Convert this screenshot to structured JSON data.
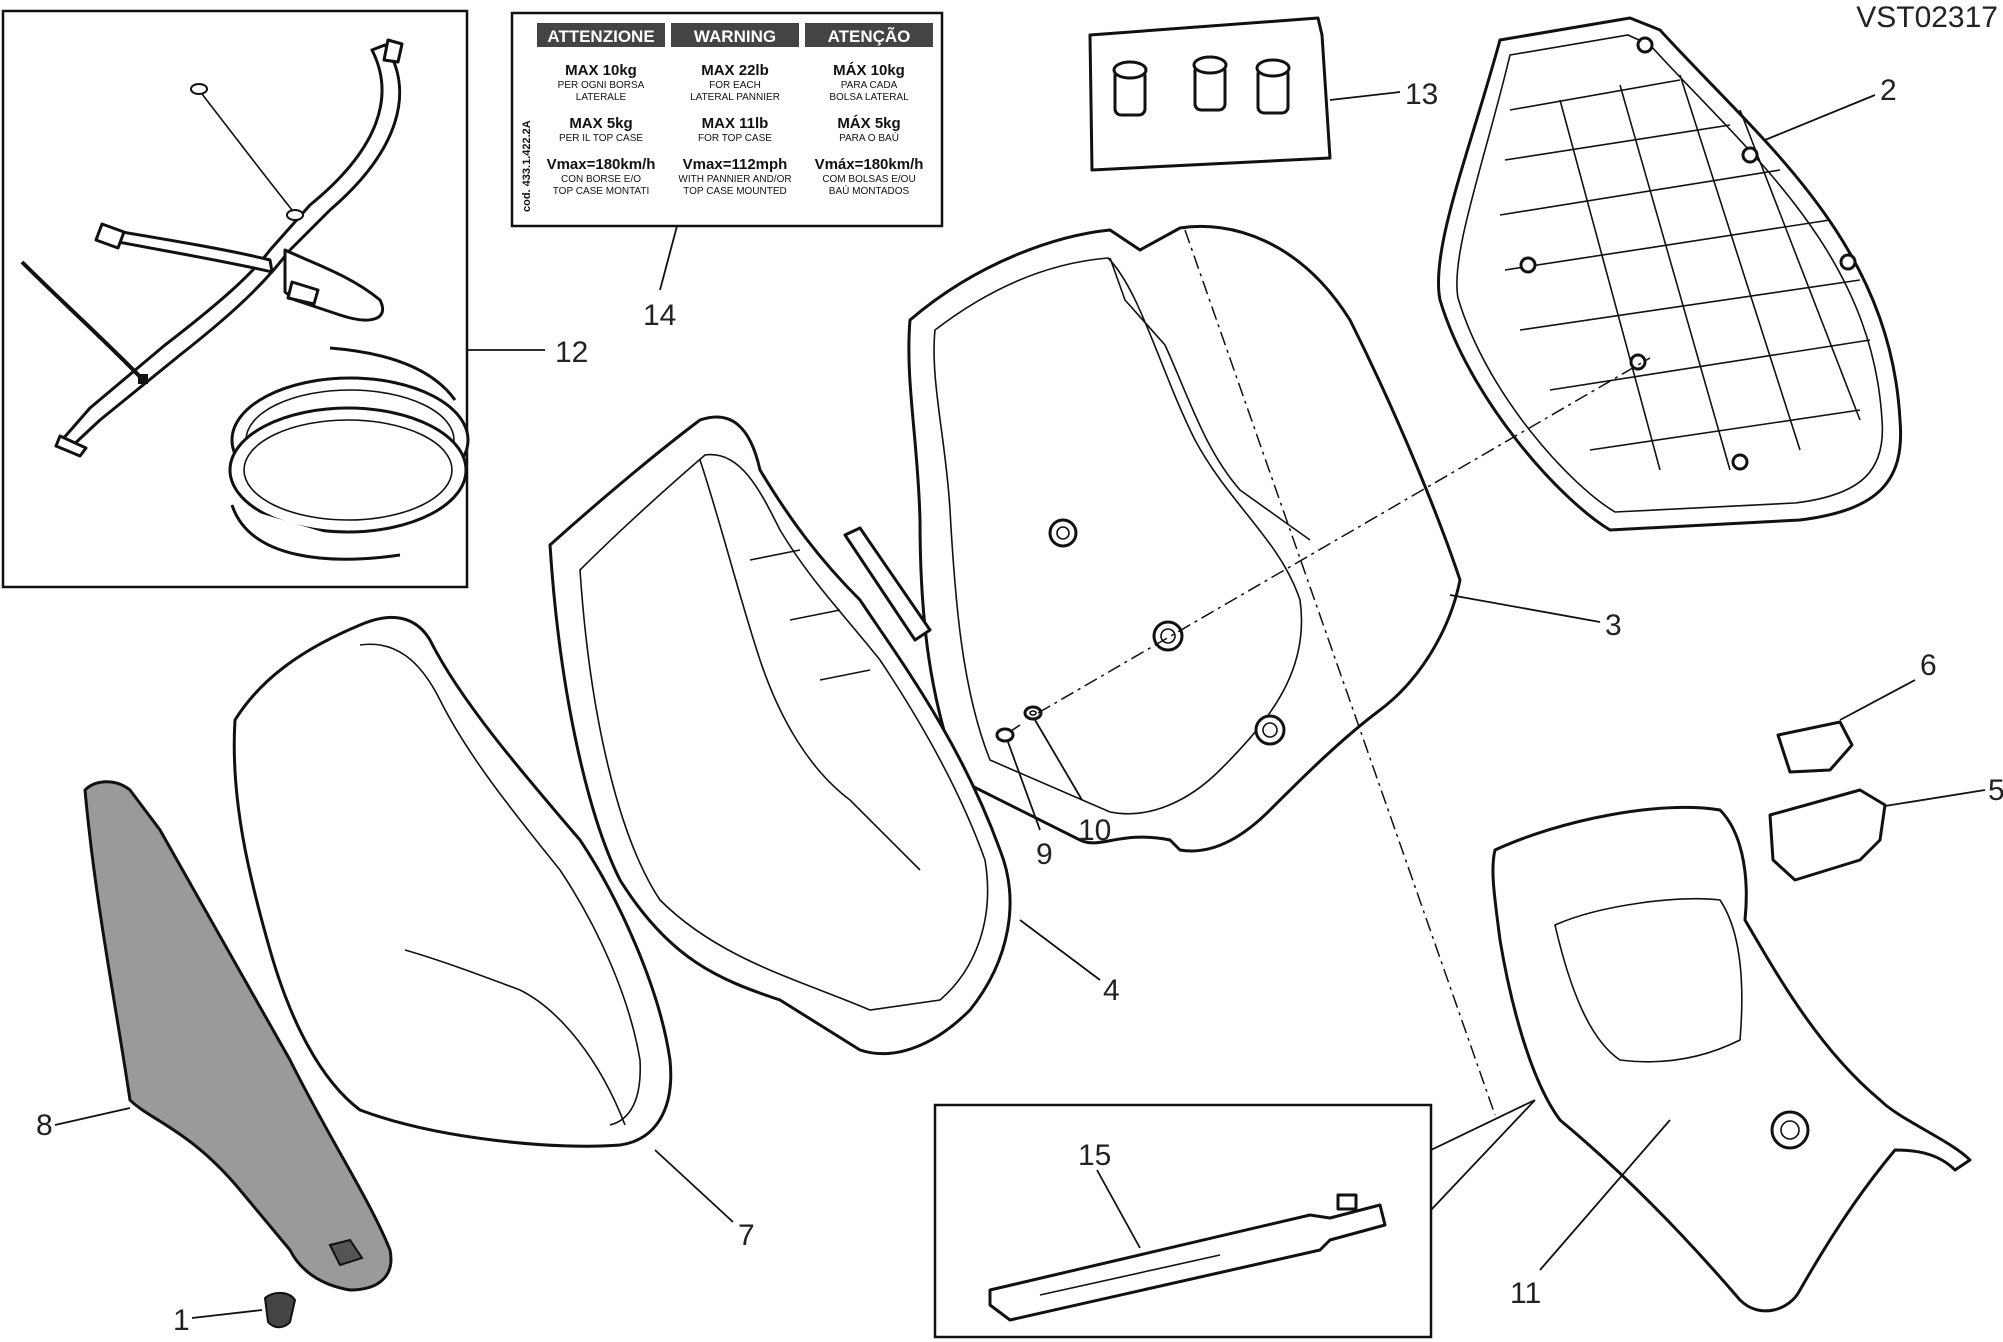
{
  "diagram_id": "VST02317",
  "callouts": {
    "c1": "1",
    "c2": "2",
    "c3": "3",
    "c4": "4",
    "c5": "5",
    "c6": "6",
    "c7": "7",
    "c8": "8",
    "c9": "9",
    "c10": "10",
    "c11": "11",
    "c12": "12",
    "c13": "13",
    "c14": "14",
    "c15": "15"
  },
  "warning_label": {
    "code": "cod. 433.1.422.2A",
    "headers": [
      "ATTENZIONE",
      "WARNING",
      "ATENÇÃO"
    ],
    "rows": [
      [
        "MAX 10kg",
        "MAX 22lb",
        "MÁX 10kg"
      ],
      [
        "PER OGNI BORSA",
        "FOR EACH",
        "PARA CADA"
      ],
      [
        "LATERALE",
        "LATERAL PANNIER",
        "BOLSA LATERAL"
      ],
      [
        "MAX 5kg",
        "MAX 11lb",
        "MÁX 5kg"
      ],
      [
        "PER IL TOP CASE",
        "FOR TOP CASE",
        "PARA O BAÚ"
      ],
      [
        "Vmax=180km/h",
        "Vmax=112mph",
        "Vmáx=180km/h"
      ],
      [
        "CON BORSE E/O",
        "WITH PANNIER AND/OR",
        "COM BOLSAS E/OU"
      ],
      [
        "TOP CASE MONTATI",
        "TOP CASE MOUNTED",
        "BAÚ MONTADOS"
      ]
    ]
  }
}
